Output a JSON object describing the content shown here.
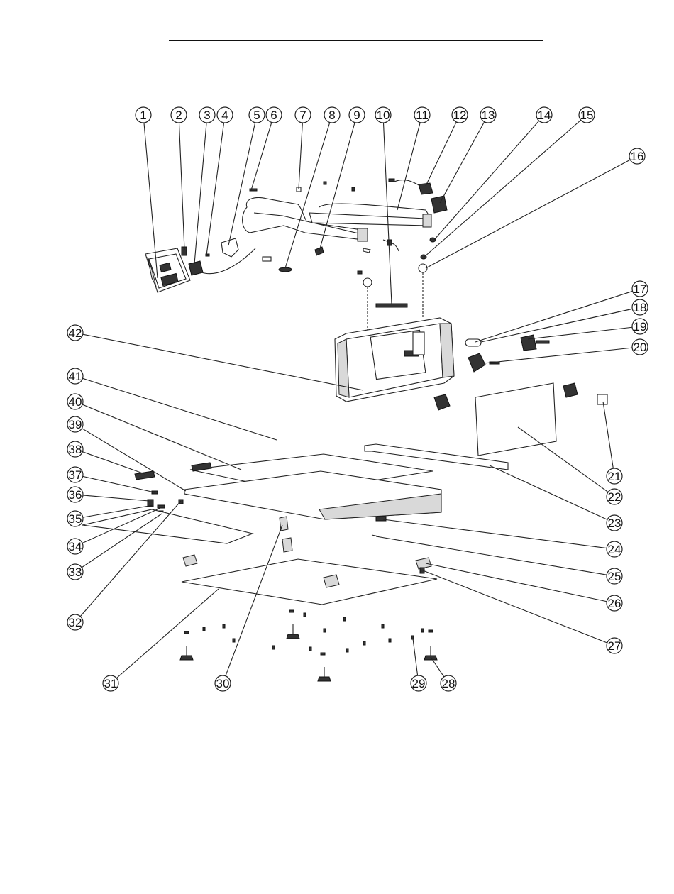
{
  "diagram": {
    "callouts": [
      "1",
      "2",
      "3",
      "4",
      "5",
      "6",
      "7",
      "8",
      "9",
      "10",
      "11",
      "12",
      "13",
      "14",
      "15",
      "16",
      "17",
      "18",
      "19",
      "20",
      "21",
      "22",
      "23",
      "24",
      "25",
      "26",
      "27",
      "28",
      "29",
      "30",
      "31",
      "32",
      "33",
      "34",
      "35",
      "36",
      "37",
      "38",
      "39",
      "40",
      "41",
      "42"
    ],
    "colors": {
      "line": "#222222",
      "background": "#ffffff"
    }
  }
}
